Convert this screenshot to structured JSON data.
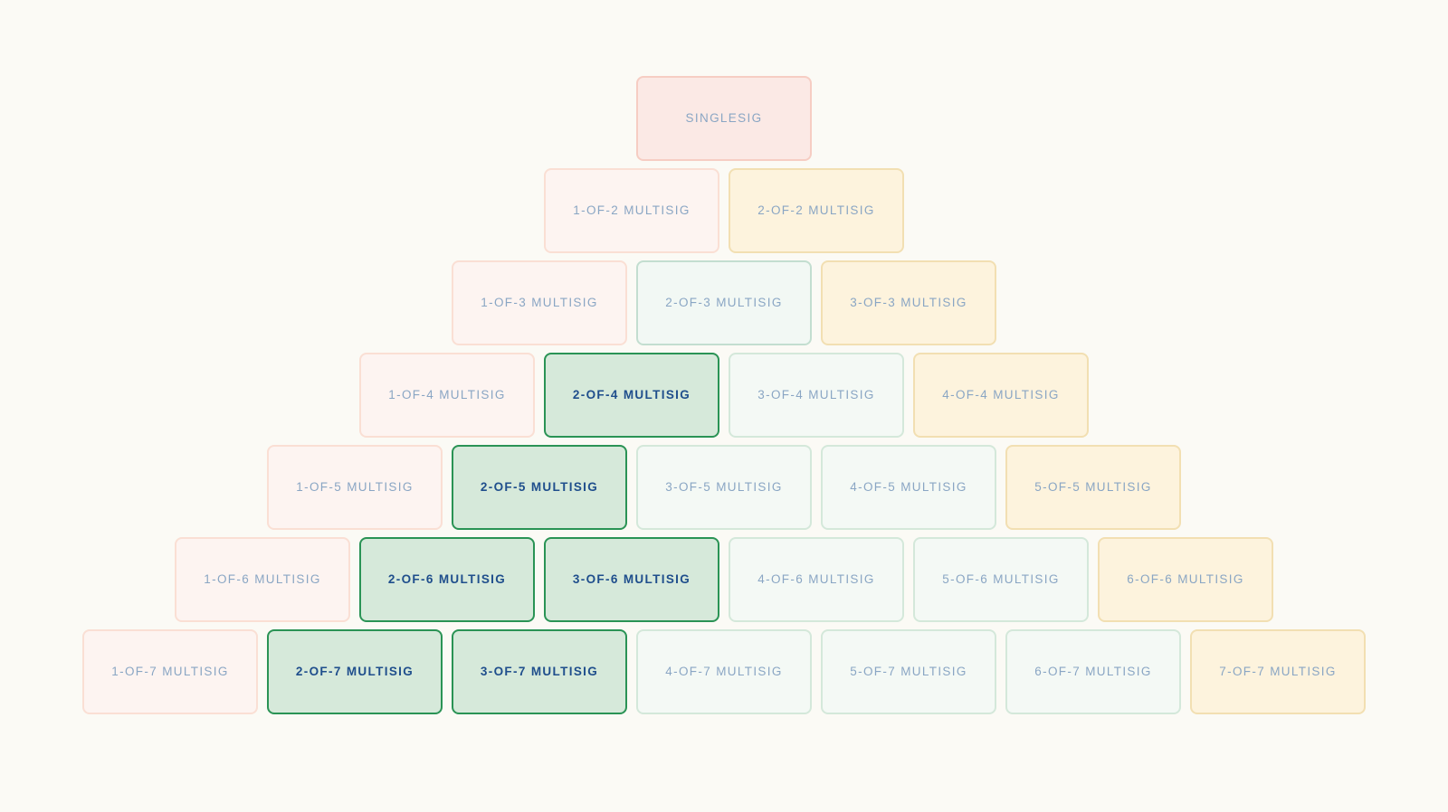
{
  "diagram": {
    "name": "multisig-quorum-pyramid",
    "background_color": "#fbfaf5",
    "legend_colors": {
      "single": "#fbe9e5",
      "low": "#fdf4f1",
      "mid": "#f4f9f5",
      "all": "#fdf3dd",
      "recommended_border": "#2a9355",
      "recommended_fill": "#d6e9da",
      "label_default": "#8aa6c4",
      "label_recommended": "#1f4e8c"
    },
    "rows": [
      {
        "index": 0,
        "cells": [
          {
            "label": "SINGLESIG",
            "variant": "v-single",
            "recommended": false
          }
        ]
      },
      {
        "index": 1,
        "cells": [
          {
            "label": "1-OF-2 MULTISIG",
            "variant": "v-low",
            "recommended": false
          },
          {
            "label": "2-OF-2 MULTISIG",
            "variant": "v-all",
            "recommended": false
          }
        ]
      },
      {
        "index": 2,
        "cells": [
          {
            "label": "1-OF-3 MULTISIG",
            "variant": "v-low",
            "recommended": false
          },
          {
            "label": "2-OF-3 MULTISIG",
            "variant": "v-mid-s",
            "recommended": false
          },
          {
            "label": "3-OF-3 MULTISIG",
            "variant": "v-all",
            "recommended": false
          }
        ]
      },
      {
        "index": 3,
        "cells": [
          {
            "label": "1-OF-4 MULTISIG",
            "variant": "v-low",
            "recommended": false
          },
          {
            "label": "2-OF-4 MULTISIG",
            "variant": "v-best",
            "recommended": true
          },
          {
            "label": "3-OF-4 MULTISIG",
            "variant": "v-mid",
            "recommended": false
          },
          {
            "label": "4-OF-4 MULTISIG",
            "variant": "v-all",
            "recommended": false
          }
        ]
      },
      {
        "index": 4,
        "cells": [
          {
            "label": "1-OF-5 MULTISIG",
            "variant": "v-low",
            "recommended": false
          },
          {
            "label": "2-OF-5 MULTISIG",
            "variant": "v-best",
            "recommended": true
          },
          {
            "label": "3-OF-5 MULTISIG",
            "variant": "v-mid",
            "recommended": false
          },
          {
            "label": "4-OF-5 MULTISIG",
            "variant": "v-mid",
            "recommended": false
          },
          {
            "label": "5-OF-5 MULTISIG",
            "variant": "v-all",
            "recommended": false
          }
        ]
      },
      {
        "index": 5,
        "cells": [
          {
            "label": "1-OF-6 MULTISIG",
            "variant": "v-low",
            "recommended": false
          },
          {
            "label": "2-OF-6 MULTISIG",
            "variant": "v-best",
            "recommended": true
          },
          {
            "label": "3-OF-6 MULTISIG",
            "variant": "v-best",
            "recommended": true
          },
          {
            "label": "4-OF-6 MULTISIG",
            "variant": "v-mid",
            "recommended": false
          },
          {
            "label": "5-OF-6 MULTISIG",
            "variant": "v-mid",
            "recommended": false
          },
          {
            "label": "6-OF-6 MULTISIG",
            "variant": "v-all",
            "recommended": false
          }
        ]
      },
      {
        "index": 6,
        "cells": [
          {
            "label": "1-OF-7 MULTISIG",
            "variant": "v-low",
            "recommended": false
          },
          {
            "label": "2-OF-7 MULTISIG",
            "variant": "v-best",
            "recommended": true
          },
          {
            "label": "3-OF-7 MULTISIG",
            "variant": "v-best",
            "recommended": true
          },
          {
            "label": "4-OF-7 MULTISIG",
            "variant": "v-mid",
            "recommended": false
          },
          {
            "label": "5-OF-7 MULTISIG",
            "variant": "v-mid",
            "recommended": false
          },
          {
            "label": "6-OF-7 MULTISIG",
            "variant": "v-mid",
            "recommended": false
          },
          {
            "label": "7-OF-7 MULTISIG",
            "variant": "v-all",
            "recommended": false
          }
        ]
      }
    ]
  }
}
